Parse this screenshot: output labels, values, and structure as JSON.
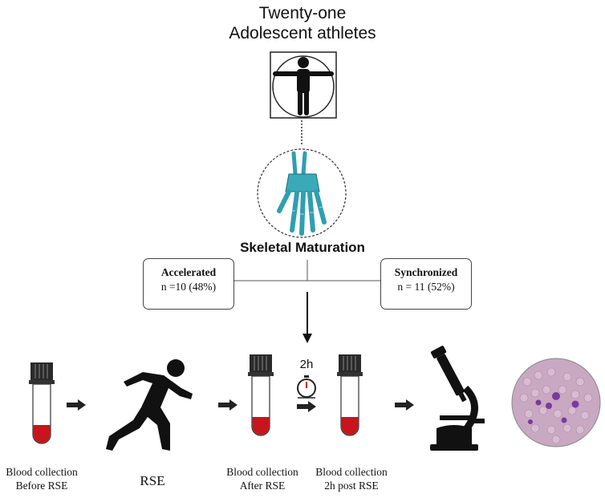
{
  "title": {
    "line1": "Twenty-one",
    "line2": "Adolescent athletes"
  },
  "icons": {
    "athlete": "vitruvian-man-icon",
    "hand": "hand-xray-icon",
    "runner": "sprinter-icon",
    "tube": "blood-tube-icon",
    "timer": "stopwatch-icon",
    "microscope": "microscope-icon",
    "smear": "blood-smear-icon",
    "arrow": "arrow-right-icon"
  },
  "classification": {
    "heading": "Skeletal Maturation",
    "groups": [
      {
        "name": "Accelerated",
        "count": "n =10 (48%)"
      },
      {
        "name": "Synchronized",
        "count": "n = 11 (52%)"
      }
    ]
  },
  "timer_label": "2h",
  "steps": [
    {
      "label_line1": "Blood collection",
      "label_line2": "Before RSE"
    },
    {
      "label_line1": "RSE",
      "label_line2": ""
    },
    {
      "label_line1": "Blood collection",
      "label_line2": "After RSE"
    },
    {
      "label_line1": "Blood collection",
      "label_line2": "2h post RSE"
    }
  ],
  "colors": {
    "blood": "#c8141c",
    "cap": "#2a2a2a",
    "xray": "#2f9fb0",
    "smear_bg": "#c9a8c2",
    "smear_cell": "#7a3aa0",
    "silhouette": "#111111"
  }
}
